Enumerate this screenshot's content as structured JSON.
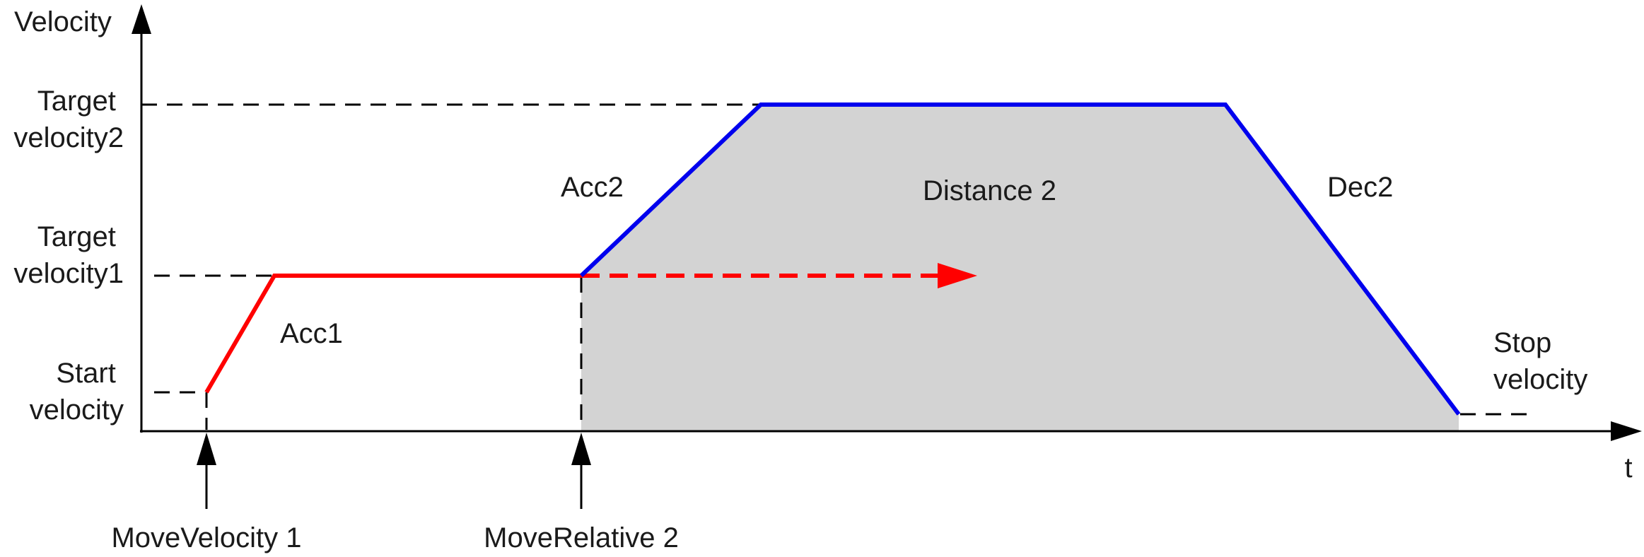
{
  "axes": {
    "y_label": "Velocity",
    "x_label": "t"
  },
  "levels": {
    "target_velocity2": [
      "Target",
      "velocity2"
    ],
    "target_velocity1": [
      "Target",
      "velocity1"
    ],
    "start_velocity": [
      "Start",
      "velocity"
    ],
    "stop_velocity": [
      "Stop",
      "velocity"
    ]
  },
  "labels": {
    "acc1": "Acc1",
    "acc2": "Acc2",
    "distance2": "Distance 2",
    "dec2": "Dec2"
  },
  "events": {
    "move_velocity": "MoveVelocity 1",
    "move_relative": "MoveRelative 2"
  },
  "colors": {
    "profile1": "#ff0000",
    "profile2": "#0000ee",
    "distance_fill": "#d3d3d3",
    "axis": "#000000"
  }
}
